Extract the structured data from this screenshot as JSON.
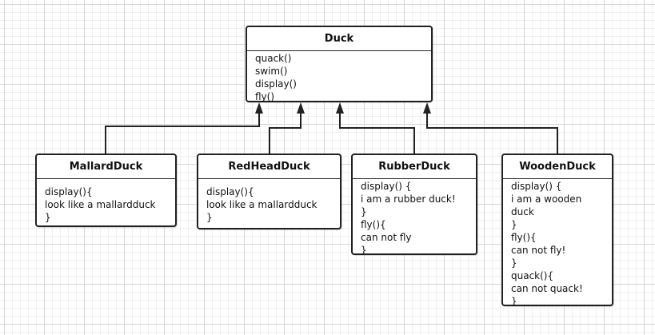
{
  "diagram": {
    "parent": {
      "name": "Duck",
      "members": [
        "quack()",
        "swim()",
        "display()",
        "fly()"
      ]
    },
    "children": [
      {
        "id": "mallard",
        "name": "MallardDuck",
        "members": [
          "display(){",
          "look like a mallardduck",
          "}"
        ]
      },
      {
        "id": "redhead",
        "name": "RedHeadDuck",
        "members": [
          "display(){",
          "look like a mallardduck",
          "}"
        ]
      },
      {
        "id": "rubber",
        "name": "RubberDuck",
        "members": [
          "display() {",
          "i am a rubber duck!",
          "}",
          "fly(){",
          "can not fly",
          "}"
        ]
      },
      {
        "id": "wooden",
        "name": "WoodenDuck",
        "members": [
          "display() {",
          "i am a wooden",
          "duck",
          "}",
          "fly(){",
          "can not fly!",
          "}",
          "quack(){",
          "can not quack!",
          "}"
        ]
      }
    ],
    "relationship": "inheritance",
    "colors": {
      "line": "#222222",
      "box_border": "#222222",
      "box_fill": "#ffffff",
      "grid": "#d6d6d6"
    }
  }
}
